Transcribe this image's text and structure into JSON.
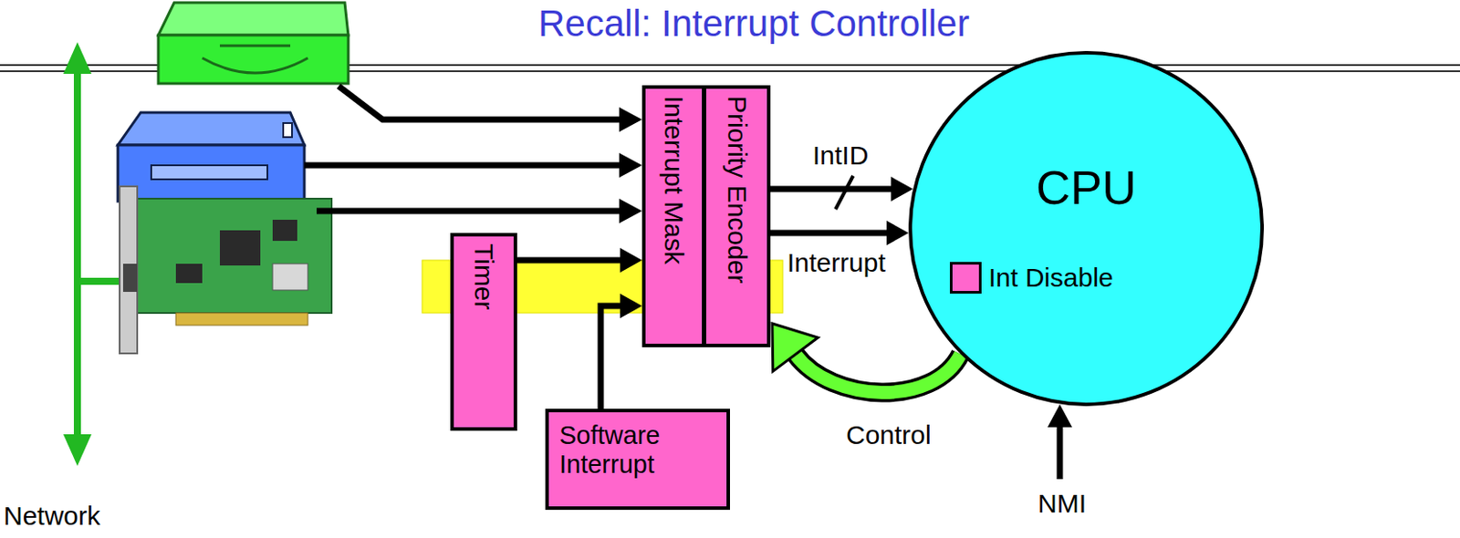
{
  "diagram": {
    "title": "Recall: Interrupt Controller",
    "nodes": [
      {
        "text": [
          "Timer"
        ]
      },
      {
        "text": [
          "Interrupt Mask"
        ]
      },
      {
        "text": [
          "Priority Encoder"
        ]
      },
      {
        "text": [
          "Software Interrupt"
        ]
      },
      {
        "text": [
          "CPU"
        ]
      },
      {
        "text": [
          "Int Disable"
        ],
        "in": 4
      }
    ],
    "edges": [
      {
        "from": 0,
        "to": 1,
        "arrow": "to"
      },
      {
        "from": 3,
        "to": 1,
        "arrow": "to"
      },
      {
        "from": 2,
        "to": 4,
        "label": "IntID",
        "arrow": "to"
      },
      {
        "from": 2,
        "to": 4,
        "label": "Interrupt",
        "arrow": "to"
      },
      {
        "from": 4,
        "to": 2,
        "label": "Control",
        "arrow": "to"
      }
    ],
    "labels": [
      "Network",
      "NMI"
    ]
  }
}
